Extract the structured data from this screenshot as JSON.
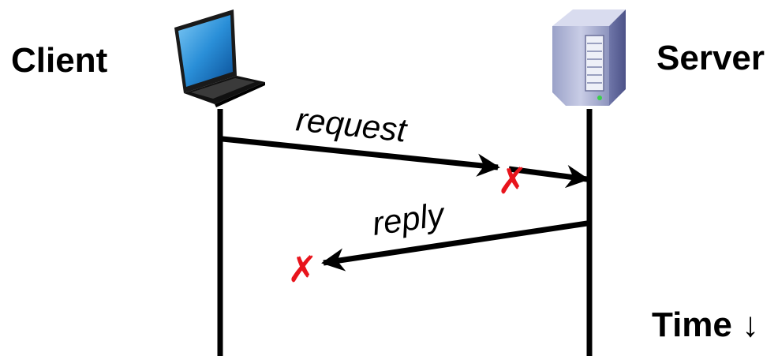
{
  "client": {
    "label": "Client",
    "icon": "laptop-icon"
  },
  "server": {
    "label": "Server",
    "icon": "server-tower-icon"
  },
  "time": {
    "label": "Time",
    "arrow": "↓"
  },
  "messages": {
    "request": {
      "label": "request",
      "direction": "client-to-server",
      "lost": false
    },
    "reply": {
      "label": "reply",
      "direction": "server-to-client",
      "lost": true
    }
  },
  "marks": {
    "loss_mark": "✗",
    "color": "#e8141c"
  },
  "colors": {
    "line": "#000000",
    "background": "#ffffff"
  }
}
